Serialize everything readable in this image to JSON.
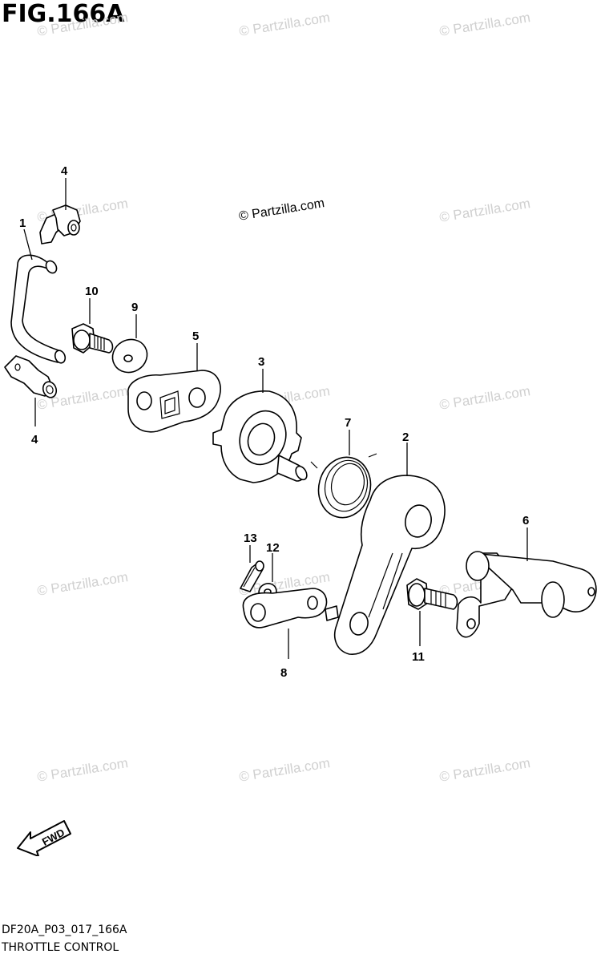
{
  "title": "FIG.166A",
  "watermark": "© Partzilla.com",
  "callouts": [
    "1",
    "2",
    "3",
    "4",
    "4",
    "5",
    "6",
    "7",
    "8",
    "9",
    "10",
    "11",
    "12",
    "13"
  ],
  "arrow_label": "FWD",
  "footer": {
    "code": "DF20A_P03_017_166A",
    "caption": "THROTTLE CONTROL"
  }
}
